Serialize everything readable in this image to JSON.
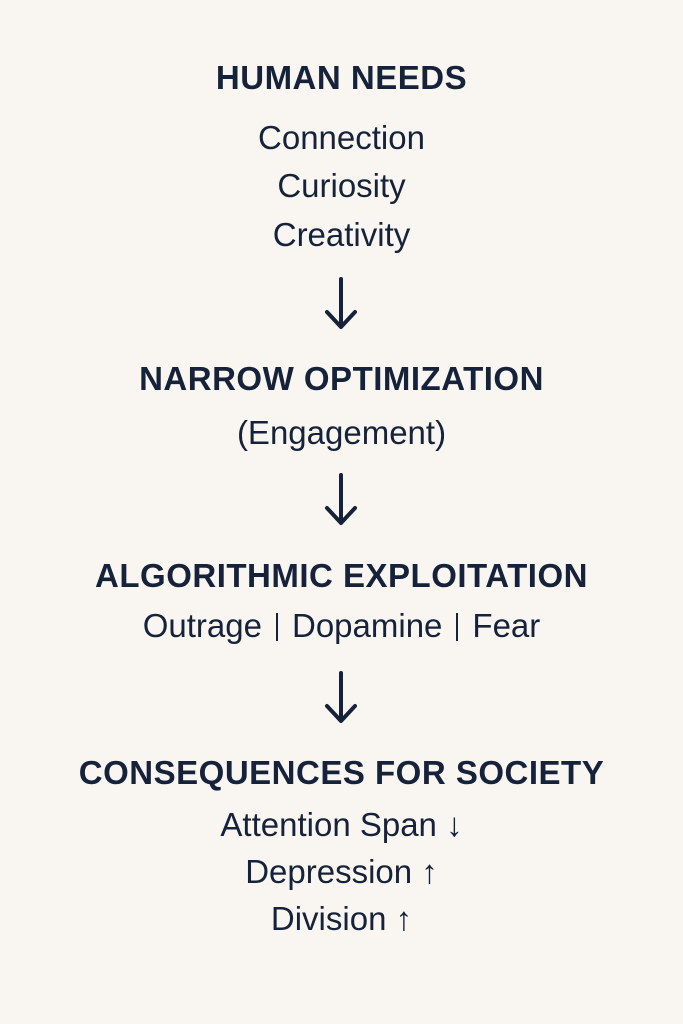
{
  "stages": {
    "human_needs": {
      "title": "HUMAN NEEDS",
      "items": [
        "Connection",
        "Curiosity",
        "Creativity"
      ]
    },
    "narrow_optimization": {
      "title": "NARROW OPTIMIZATION",
      "subtitle": "(Engagement)"
    },
    "algorithmic_exploitation": {
      "title": "ALGORITHMIC EXPLOITATION",
      "items": [
        "Outrage",
        "Dopamine",
        "Fear"
      ],
      "separator": "|"
    },
    "consequences": {
      "title": "CONSEQUENCES FOR SOCIETY",
      "items": [
        "Attention Span ↓",
        "Depression ↑",
        "Division ↑"
      ]
    }
  },
  "colors": {
    "background": "#f9f6f1",
    "text": "#16223a"
  },
  "icons": {
    "flow_arrow": "arrow-down-icon"
  }
}
